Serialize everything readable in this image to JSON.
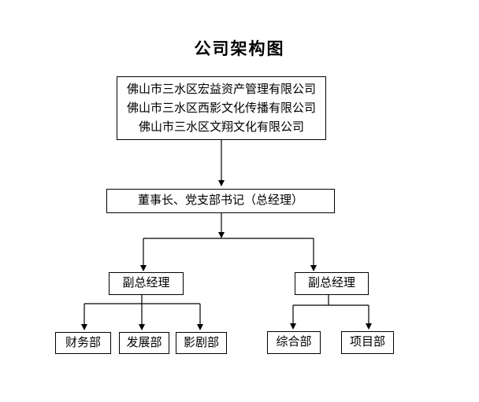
{
  "title": "公司架构图",
  "org_chart": {
    "holding_companies": [
      "佛山市三水区宏益资产管理有限公司",
      "佛山市三水区西影文化传播有限公司",
      "佛山市三水区文翔文化有限公司"
    ],
    "chairman": "董事长、党支部书记（总经理）",
    "deputy_left": "副总经理",
    "deputy_right": "副总经理",
    "departments_left": [
      "财务部",
      "发展部",
      "影剧部"
    ],
    "departments_right": [
      "综合部",
      "项目部"
    ]
  },
  "colors": {
    "background": "#ffffff",
    "line": "#000000",
    "border": "#000000",
    "text": "#000000"
  }
}
